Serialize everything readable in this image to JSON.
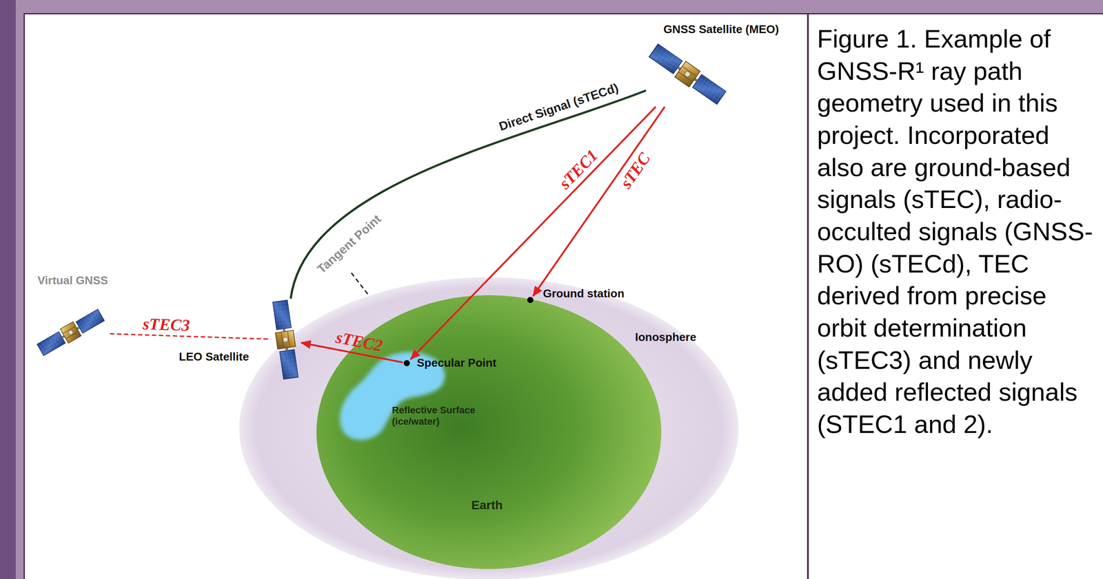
{
  "diagram": {
    "caption": "Figure 1. Example of GNSS-R¹ ray path geometry used in this project. Incorporated also are ground-based signals (sTEC), radio-occulted signals (GNSS-RO) (sTECd), TEC derived from precise orbit determination (sTEC3) and newly added reflected signals (STEC1 and 2).",
    "nodes": [
      {
        "text": [
          "GNSS Satellite (MEO)"
        ]
      },
      {
        "text": [
          "Virtual GNSS"
        ]
      },
      {
        "text": [
          "LEO Satellite"
        ]
      },
      {
        "text": [
          "Ionosphere"
        ]
      },
      {
        "text": [
          "Earth"
        ],
        "in": 3
      },
      {
        "text": [
          "Ground station"
        ],
        "in": 4
      },
      {
        "text": [
          "Reflective Surface (ice/water)"
        ],
        "in": 4
      },
      {
        "text": [
          "Specular Point"
        ],
        "in": 6
      }
    ],
    "edges": [
      {
        "from": 0,
        "to": 2,
        "label": "Direct Signal (sTECd)",
        "arrow": "none"
      },
      {
        "from": 0,
        "to": 7,
        "label": "sTEC1",
        "arrow": "to"
      },
      {
        "from": 0,
        "to": 5,
        "label": "sTEC",
        "arrow": "to"
      },
      {
        "from": 7,
        "to": 2,
        "label": "sTEC2",
        "arrow": "to"
      },
      {
        "from": 1,
        "to": 2,
        "label": "sTEC3",
        "arrow": "none"
      }
    ],
    "labels": [
      "Tangent Point"
    ]
  }
}
